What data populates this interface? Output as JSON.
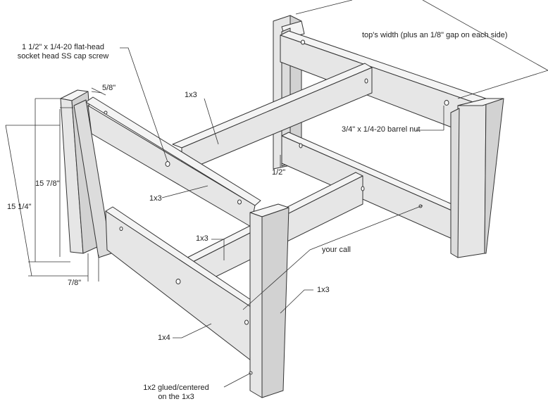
{
  "labels": {
    "screw": [
      "1 1/2\" x 1/4-20 flat-head",
      "socket head SS cap screw"
    ],
    "top_width": "top's width (plus an 1/8\" gap on each side)",
    "five_eighths": "5/8\"",
    "cross_upper": "1x3",
    "barrel_nut": "3/4\" x 1/4-20 barrel nut",
    "half": "1/2\"",
    "dim_15_7_8": "15 7/8\"",
    "dim_15_1_4": "15 1/4\"",
    "front_rail": "1x3",
    "cross_lower": "1x3",
    "your_call": "your call",
    "seven_eighths": "7/8\"",
    "leg": "1x3",
    "lower_rail": "1x4",
    "glued": [
      "1x2 glued/centered",
      "on the 1x3"
    ]
  },
  "colors": {
    "face": "#e6e6e6",
    "side": "#d2d2d2",
    "top": "#f4f4f4",
    "line": "#333333"
  }
}
